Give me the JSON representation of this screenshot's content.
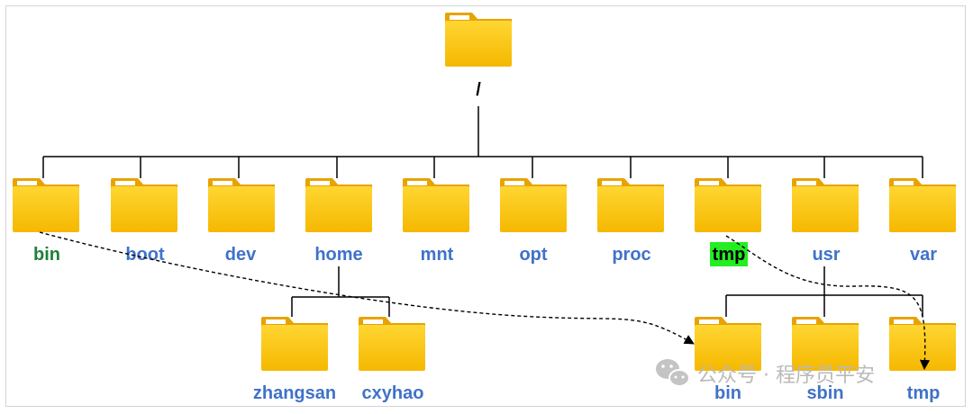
{
  "root": {
    "label": "/"
  },
  "level1": [
    {
      "label": "bin",
      "color": "#1e7f3a"
    },
    {
      "label": "boot",
      "color": "#3f72c9"
    },
    {
      "label": "dev",
      "color": "#3f72c9"
    },
    {
      "label": "home",
      "color": "#3f72c9"
    },
    {
      "label": "mnt",
      "color": "#3f72c9"
    },
    {
      "label": "opt",
      "color": "#3f72c9"
    },
    {
      "label": "proc",
      "color": "#3f72c9"
    },
    {
      "label": "tmp",
      "color": "#000000",
      "highlight": "#22ee22"
    },
    {
      "label": "usr",
      "color": "#3f72c9"
    },
    {
      "label": "var",
      "color": "#3f72c9"
    }
  ],
  "home_children": [
    {
      "label": "zhangsan",
      "color": "#3f72c9"
    },
    {
      "label": "cxyhao",
      "color": "#3f72c9"
    }
  ],
  "usr_children": [
    {
      "label": "bin",
      "color": "#3f72c9"
    },
    {
      "label": "sbin",
      "color": "#3f72c9"
    },
    {
      "label": "tmp",
      "color": "#3f72c9"
    }
  ],
  "watermark": "公众号 · 程序员平安",
  "icons": {
    "folder": "folder-icon",
    "wechat": "wechat-icon"
  },
  "colors": {
    "folder_body": "#fbc800",
    "folder_back": "#e8a300",
    "tree_line": "#000000"
  }
}
